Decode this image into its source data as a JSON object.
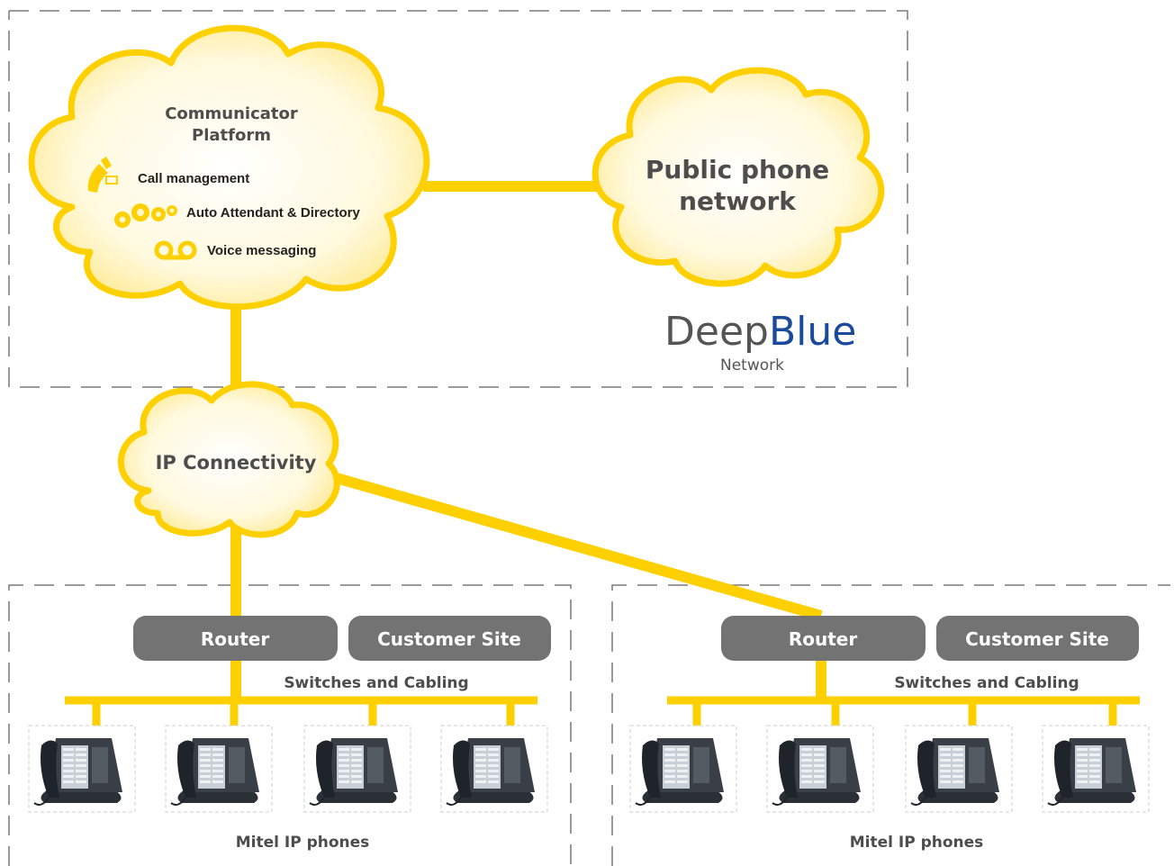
{
  "colors": {
    "accent_yellow": "#ffd000",
    "cloud_fill": "#fff6cc",
    "pill_gray": "#737373",
    "brand_blue": "#1a4a9c",
    "text_gray": "#4d4d4d",
    "dash_gray": "#7a7a7a"
  },
  "platform_cloud": {
    "title_line1": "Communicator",
    "title_line2": "Platform",
    "features": [
      {
        "icon": "handset-icon",
        "label": "Call management"
      },
      {
        "icon": "gears-icon",
        "label": "Auto Attendant & Directory"
      },
      {
        "icon": "voicemail-icon",
        "label": "Voice messaging"
      }
    ]
  },
  "public_cloud": {
    "line1": "Public phone",
    "line2": "network"
  },
  "brand": {
    "part1": "Deep",
    "part2": "Blue",
    "sub": "Network"
  },
  "ip_cloud": {
    "label": "IP Connectivity"
  },
  "sites": [
    {
      "router_label": "Router",
      "site_label": "Customer Site",
      "switch_label": "Switches and Cabling",
      "phones_label": "Mitel IP phones"
    },
    {
      "router_label": "Router",
      "site_label": "Customer Site",
      "switch_label": "Switches and Cabling",
      "phones_label": "Mitel IP phones"
    }
  ]
}
